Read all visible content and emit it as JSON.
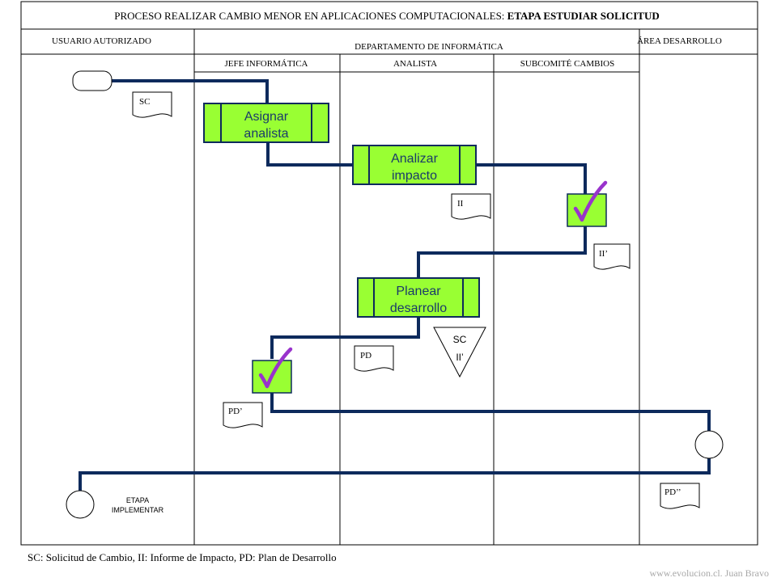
{
  "header": {
    "title_prefix": "PROCESO REALIZAR CAMBIO MENOR EN APLICACIONES COMPUTACIONALES: ",
    "title_stage": "ETAPA ESTUDIAR SOLICITUD"
  },
  "lanes": {
    "usuario": "USUARIO AUTORIZADO",
    "departamento": "DEPARTAMENTO DE INFORMÁTICA",
    "area": "ÁREA DESARROLLO",
    "jefe": "JEFE INFORMÁTICA",
    "analista": "ANALISTA",
    "subcomite": "SUBCOMITÉ CAMBIOS"
  },
  "activities": {
    "asignar": [
      "Asignar",
      "analista"
    ],
    "analizar": [
      "Analizar",
      "impacto"
    ],
    "planear": [
      "Planear",
      "desarrollo"
    ]
  },
  "documents": {
    "sc": "SC",
    "ii": "II",
    "ii_prime": "II’",
    "pd": "PD",
    "pd_prime": "PD’",
    "pd_double": "PD’’"
  },
  "archive": {
    "line1": "SC",
    "line2": "II’"
  },
  "end_label": [
    "ETAPA",
    "IMPLEMENTAR"
  ],
  "colors": {
    "flow": "#0d2a5c",
    "activity_fill": "#99ff33",
    "check_mark": "#9933cc",
    "frame": "#000000"
  },
  "footer": {
    "legend": "SC: Solicitud de Cambio, II: Informe de Impacto, PD: Plan de Desarrollo",
    "credit": "www.evolucion.cl. Juan Bravo"
  }
}
